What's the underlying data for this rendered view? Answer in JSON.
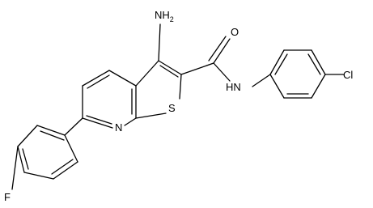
{
  "atoms": {
    "amino": "NH",
    "amino_sub": "2",
    "carbonyl_oxygen": "O",
    "amide_nh": "HN",
    "chlorine": "Cl",
    "ring_nitrogen": "N",
    "sulfur": "S",
    "fluorine": "F"
  }
}
